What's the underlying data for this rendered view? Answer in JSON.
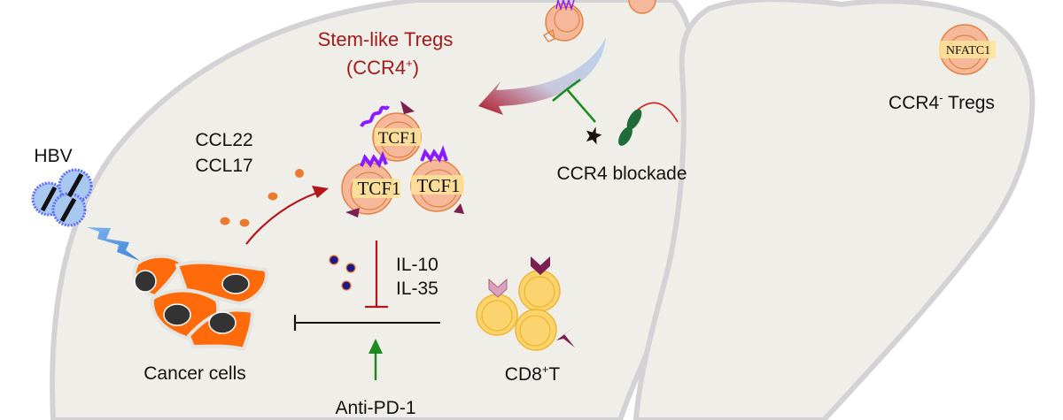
{
  "diagram": {
    "title_stem_tregs": "Stem-like Tregs",
    "title_stem_tregs_marker": "(CCR4",
    "title_stem_tregs_marker_sup": "+",
    "title_stem_tregs_marker_close": ")",
    "chemokine_1": "CCL22",
    "chemokine_2": "CCL17",
    "virus_label": "HBV",
    "cancer_label": "Cancer cells",
    "cytokine_1": "IL-10",
    "cytokine_2": "IL-35",
    "cd8_label_main": "CD8",
    "cd8_label_sup": "+",
    "cd8_label_end": "T",
    "therapy_label": "Anti-PD-1",
    "blockade_label": "CCR4 blockade",
    "ccr4neg_label_main": "CCR4",
    "ccr4neg_label_sup": "-",
    "ccr4neg_label_end": " Tregs",
    "tcf1_label": "TCF1",
    "nfatc1_label": "NFATC1"
  },
  "colors": {
    "liver_fill": "#f0eee8",
    "liver_outline": "#d3d3d5",
    "stem_title": "#a01c1c",
    "treg_fill": "#f6b89a",
    "treg_stroke": "#e0833f",
    "label_band": "#fde49a",
    "receptor_purple": "#8a1bff",
    "receptor_maroon": "#7b1f4f",
    "cancer_orange": "#ff6a0a",
    "nucleus": "#333333",
    "cd8_fill": "#fcd36a",
    "cd8_stroke": "#f0b429",
    "inhibit_red": "#b3161b",
    "activate_green": "#1d8a1d",
    "virus_blue": "#5b6bff",
    "chemokine_dot": "#ec7a2e",
    "cytokine_dot": "#1a1a8a"
  }
}
